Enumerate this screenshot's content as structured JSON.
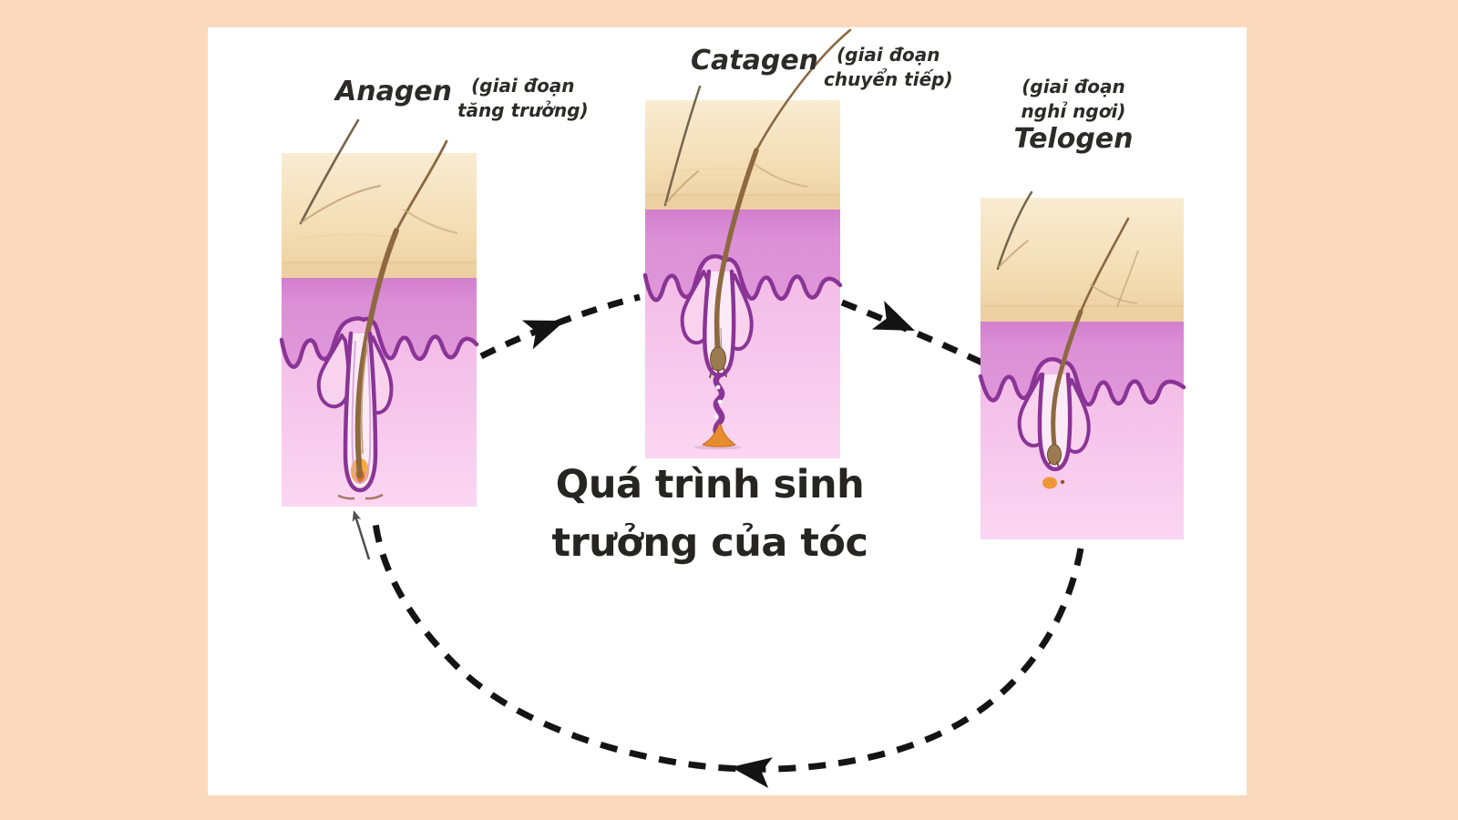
{
  "diagram": {
    "title_line1": "Quá trình sinh",
    "title_line2": "trưởng của tóc"
  },
  "stages": [
    {
      "name": "Anagen",
      "note_line1": "(giai đoạn",
      "note_line2": "tăng trưởng)"
    },
    {
      "name": "Catagen",
      "note_line1": "(giai đoạn",
      "note_line2": "chuyển tiếp)"
    },
    {
      "name": "Telogen",
      "note_line1": "(giai đoạn",
      "note_line2": "nghỉ ngơi)"
    }
  ],
  "colors": {
    "page_bg": "#fbd9bd",
    "canvas_bg": "#ffffff",
    "arrow_black": "#141414",
    "skin_tan": "#f3dcb2",
    "epidermis_pink": "#e0a0da",
    "dermis_pink": "#f8cbed",
    "membrane_purple": "#8a3496",
    "hair_brown": "#8d6941",
    "papilla_orange": "#ef9636",
    "label_text": "#2d2b28"
  }
}
